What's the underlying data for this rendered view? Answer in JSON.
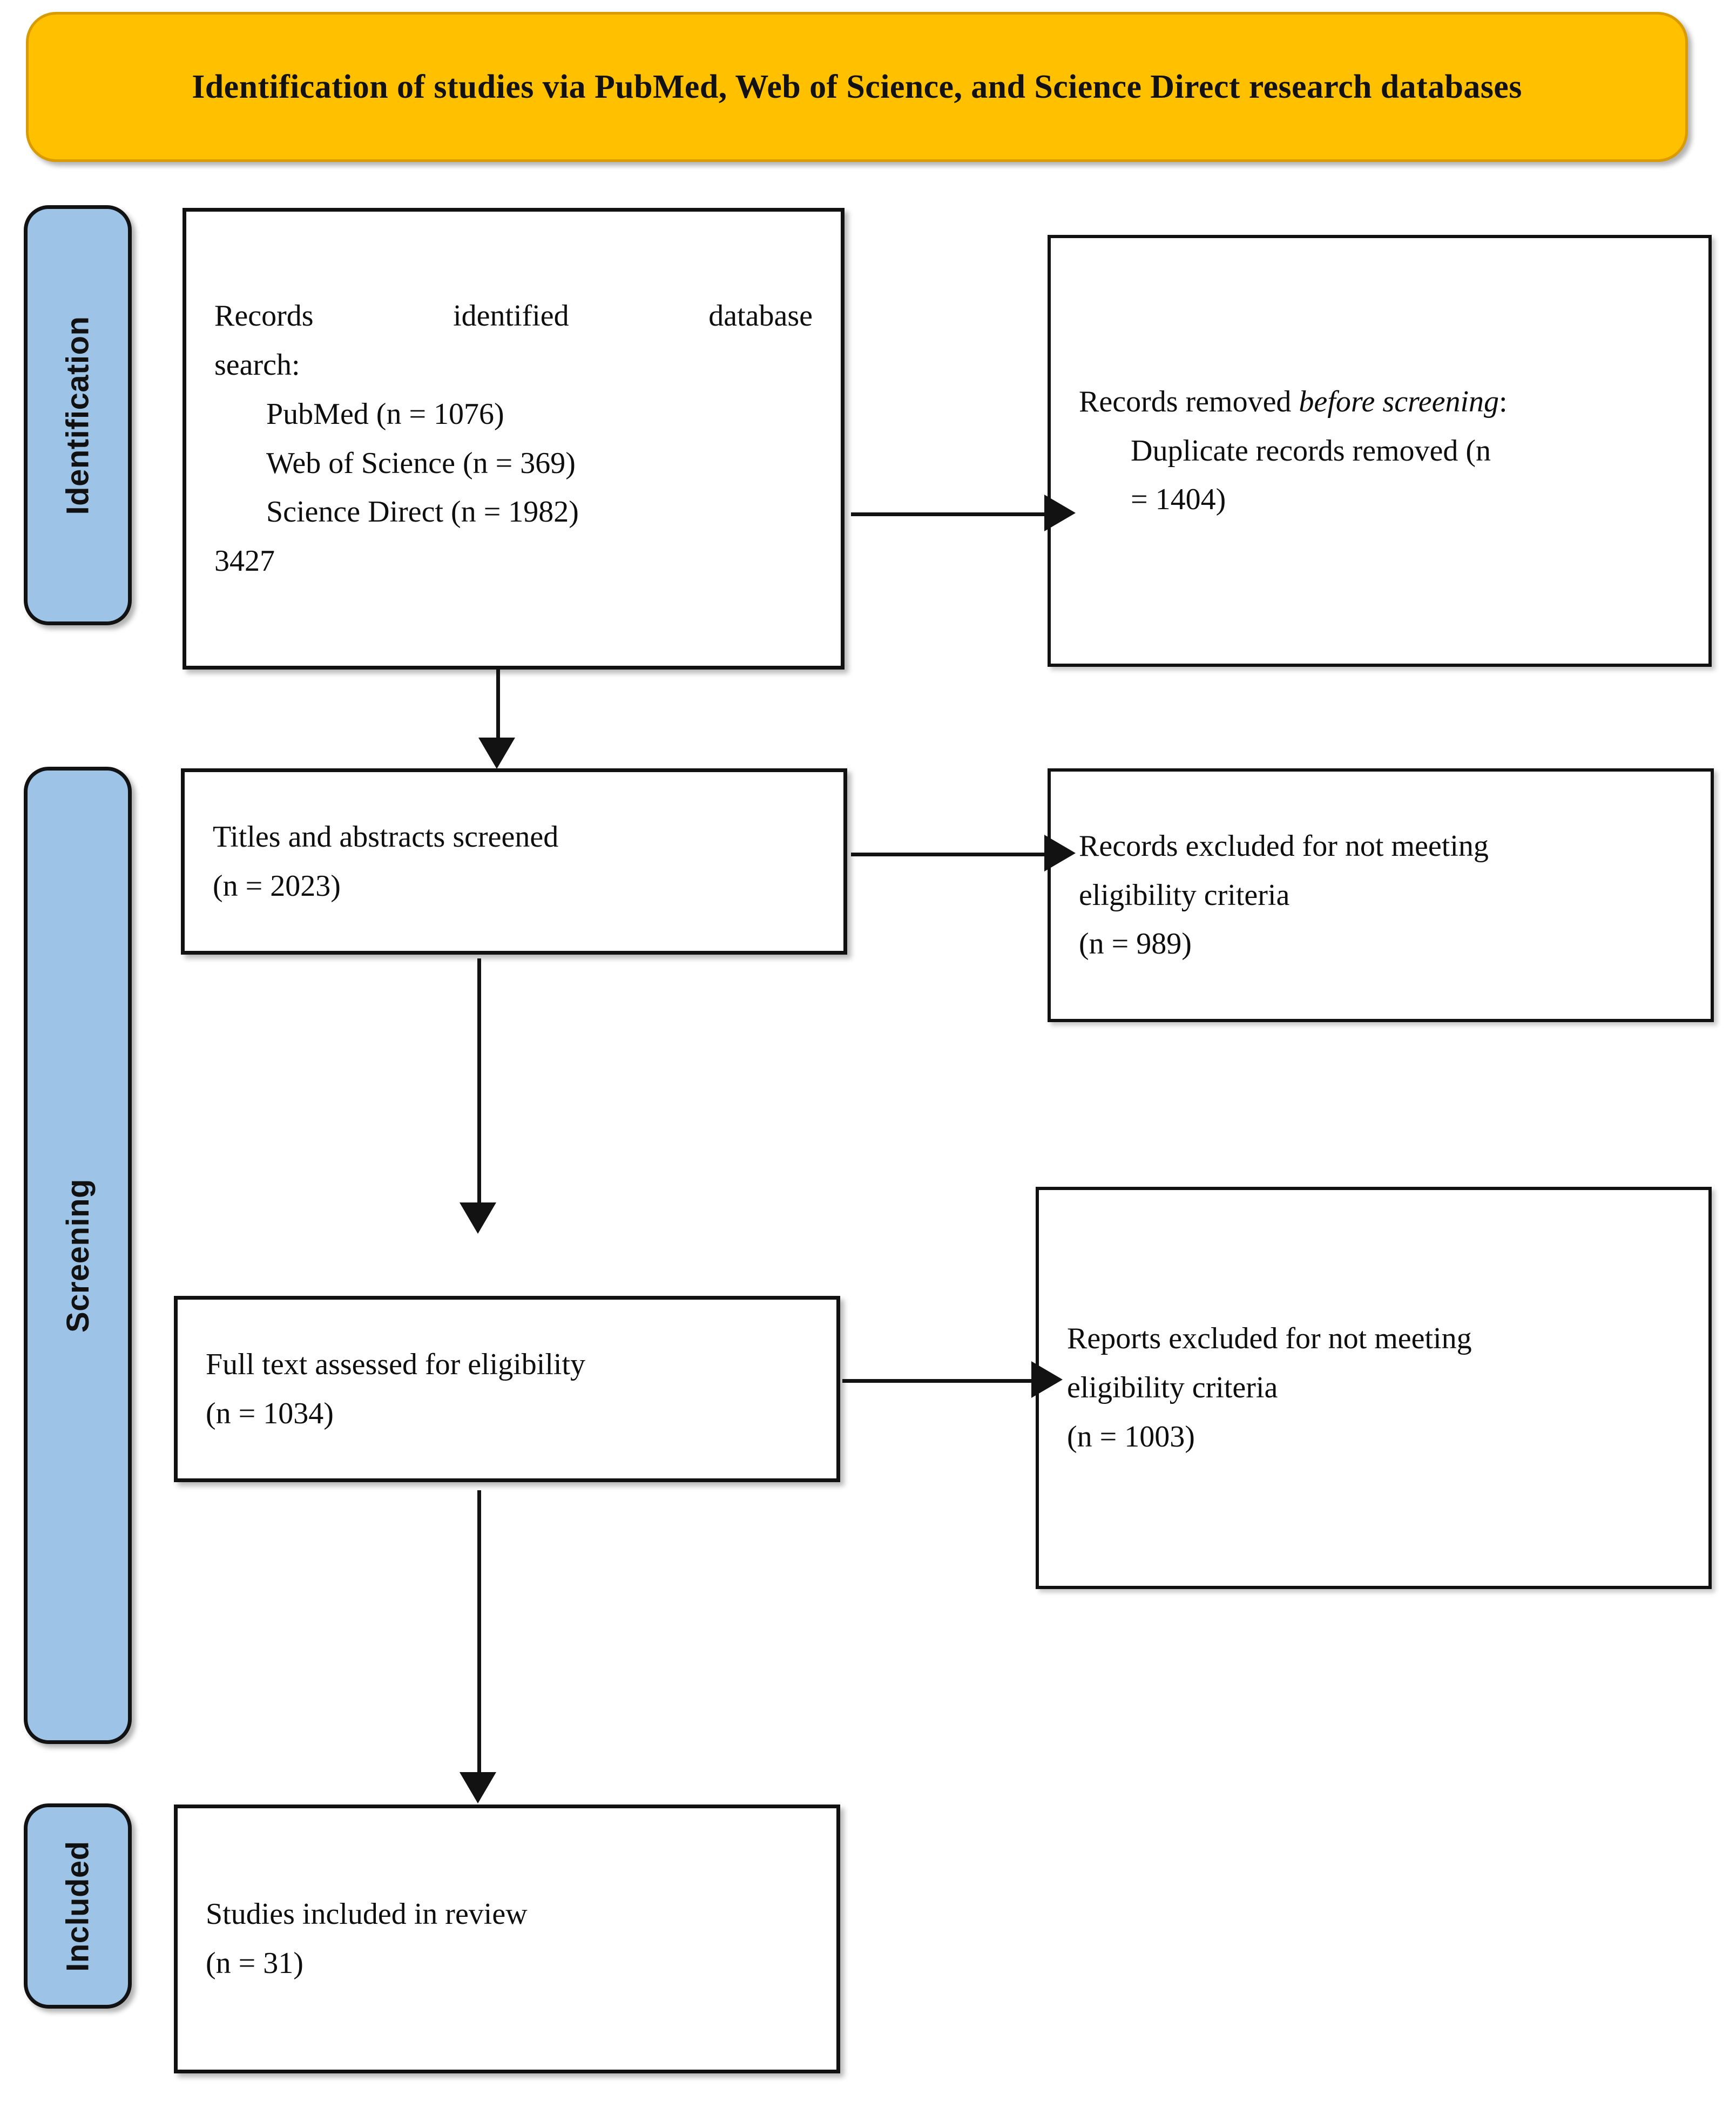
{
  "diagram": {
    "type": "PRISMA flow diagram",
    "banner": {
      "line1": "Identification of studies via PubMed, Web of Science, and Science Direct",
      "line2": "research databases",
      "color": "#FFC000"
    },
    "phases": [
      {
        "id": "identification",
        "label": "Identification",
        "color": "#9DC3E6"
      },
      {
        "id": "screening",
        "label": "Screening",
        "color": "#9DC3E6"
      },
      {
        "id": "included",
        "label": "Included",
        "color": "#9DC3E6"
      }
    ],
    "nodes": {
      "records_identified": {
        "heading": "Records  identified  database",
        "heading2": "search:",
        "items": [
          "PubMed (n = 1076)",
          "Web of Science (n = 369)",
          "Science Direct (n = 1982)",
          "3427"
        ]
      },
      "records_removed": {
        "heading_plain": "Records removed ",
        "heading_italic": "before screening",
        "heading_colon": ":",
        "item_line1": "Duplicate records removed (n",
        "item_line2": "= 1404)"
      },
      "titles_screened": {
        "line1": "Titles and abstracts screened",
        "line2": "(n = 2023)"
      },
      "records_excluded": {
        "line1": "Records excluded for not meeting",
        "line2": "eligibility criteria",
        "line3": "(n = 989)"
      },
      "full_text_assessed": {
        "line1": "Full text assessed for eligibility",
        "line2": "(n = 1034)"
      },
      "reports_excluded": {
        "line1": "Reports excluded for not meeting",
        "line2": "eligibility criteria",
        "line3": "(n = 1003)"
      },
      "studies_included": {
        "line1": "Studies included in review",
        "line2": "(n = 31)"
      }
    },
    "counts": {
      "pubmed": 1076,
      "web_of_science": 369,
      "science_direct": 1982,
      "total_identified": 3427,
      "duplicates_removed": 1404,
      "titles_abstracts_screened": 2023,
      "records_excluded": 989,
      "full_text_assessed": 1034,
      "reports_excluded": 1003,
      "studies_included": 31
    }
  }
}
